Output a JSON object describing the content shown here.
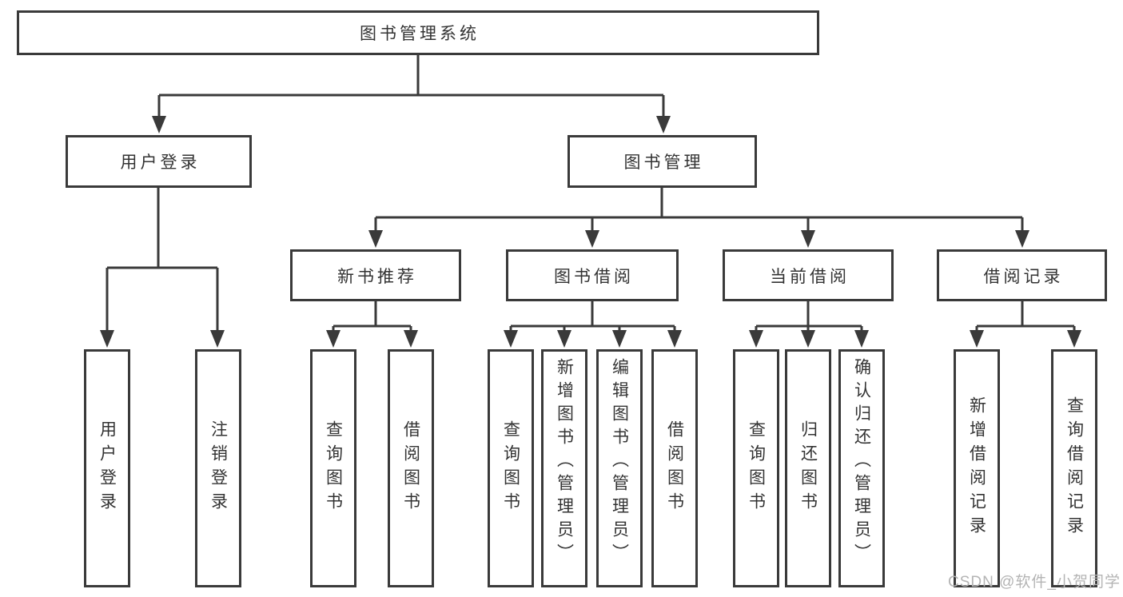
{
  "tree": {
    "root": {
      "label": "图书管理系统"
    },
    "branches": [
      {
        "label": "用户登录",
        "children": [
          {
            "label": "用户登录"
          },
          {
            "label": "注销登录"
          }
        ]
      },
      {
        "label": "图书管理",
        "groups": [
          {
            "label": "新书推荐",
            "children": [
              {
                "label": "查询图书"
              },
              {
                "label": "借阅图书"
              }
            ]
          },
          {
            "label": "图书借阅",
            "children": [
              {
                "label": "查询图书"
              },
              {
                "label": "新增图书（管理员）"
              },
              {
                "label": "编辑图书（管理员）"
              },
              {
                "label": "借阅图书"
              }
            ]
          },
          {
            "label": "当前借阅",
            "children": [
              {
                "label": "查询图书"
              },
              {
                "label": "归还图书"
              },
              {
                "label": "确认归还（管理员）"
              }
            ]
          },
          {
            "label": "借阅记录",
            "children": [
              {
                "label": "新增借阅记录"
              },
              {
                "label": "查询借阅记录"
              }
            ]
          }
        ]
      }
    ]
  },
  "watermark": {
    "text": "CSDN @软件_小贺同学"
  },
  "colors": {
    "line": "#3a3a3a",
    "text": "#333333",
    "watermark": "#b4b4b4",
    "background": "#ffffff"
  }
}
